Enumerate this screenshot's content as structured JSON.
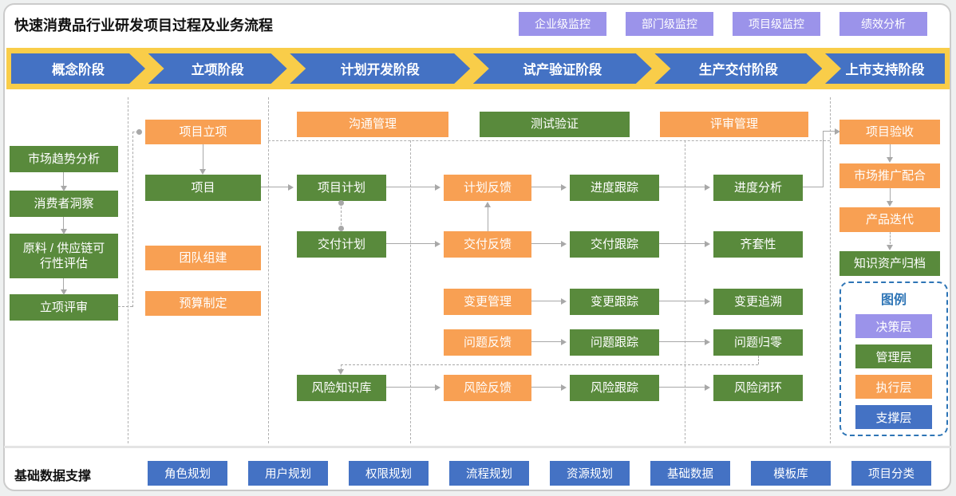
{
  "header": {
    "title": "快速消费品行业研发项目过程及业务流程",
    "monitors": [
      "企业级监控",
      "部门级监控",
      "项目级监控",
      "绩效分析"
    ]
  },
  "stages": [
    "概念阶段",
    "立项阶段",
    "计划开发阶段",
    "试产验证阶段",
    "生产交付阶段",
    "上市支持阶段"
  ],
  "concept": [
    "市场趋势分析",
    "消费者洞察",
    "原料 / 供应链可行性评估",
    "立项评审"
  ],
  "setup": [
    "项目立项",
    "项目",
    "团队组建",
    "预算制定"
  ],
  "mgmt": [
    "沟通管理",
    "测试验证",
    "评审管理"
  ],
  "matrix": {
    "row1": [
      "项目计划",
      "计划反馈",
      "进度跟踪",
      "进度分析"
    ],
    "row2": [
      "交付计划",
      "交付反馈",
      "交付跟踪",
      "齐套性"
    ],
    "row3": [
      "变更管理",
      "变更跟踪",
      "变更追溯"
    ],
    "row4": [
      "问题反馈",
      "问题跟踪",
      "问题归零"
    ],
    "row5": [
      "风险知识库",
      "风险反馈",
      "风险跟踪",
      "风险闭环"
    ]
  },
  "launch": [
    "项目验收",
    "市场推广配合",
    "产品迭代",
    "知识资产归档"
  ],
  "legend": {
    "title": "图例",
    "items": [
      {
        "label": "决策层",
        "color": "#9B93EA"
      },
      {
        "label": "管理层",
        "color": "#598A3C"
      },
      {
        "label": "执行层",
        "color": "#F8A053"
      },
      {
        "label": "支撑层",
        "color": "#4472C4"
      }
    ]
  },
  "footer": {
    "label": "基础数据支撑",
    "buttons": [
      "角色规划",
      "用户规划",
      "权限规划",
      "流程规划",
      "资源规划",
      "基础数据",
      "模板库",
      "项目分类"
    ]
  },
  "colors": {
    "decision_purple": "#9B93EA",
    "management_green": "#598A3C",
    "execution_orange": "#F8A053",
    "support_blue": "#4472C4",
    "stage_band_yellow": "#F9CD49",
    "arrow_gray": "#A8A8A8"
  }
}
